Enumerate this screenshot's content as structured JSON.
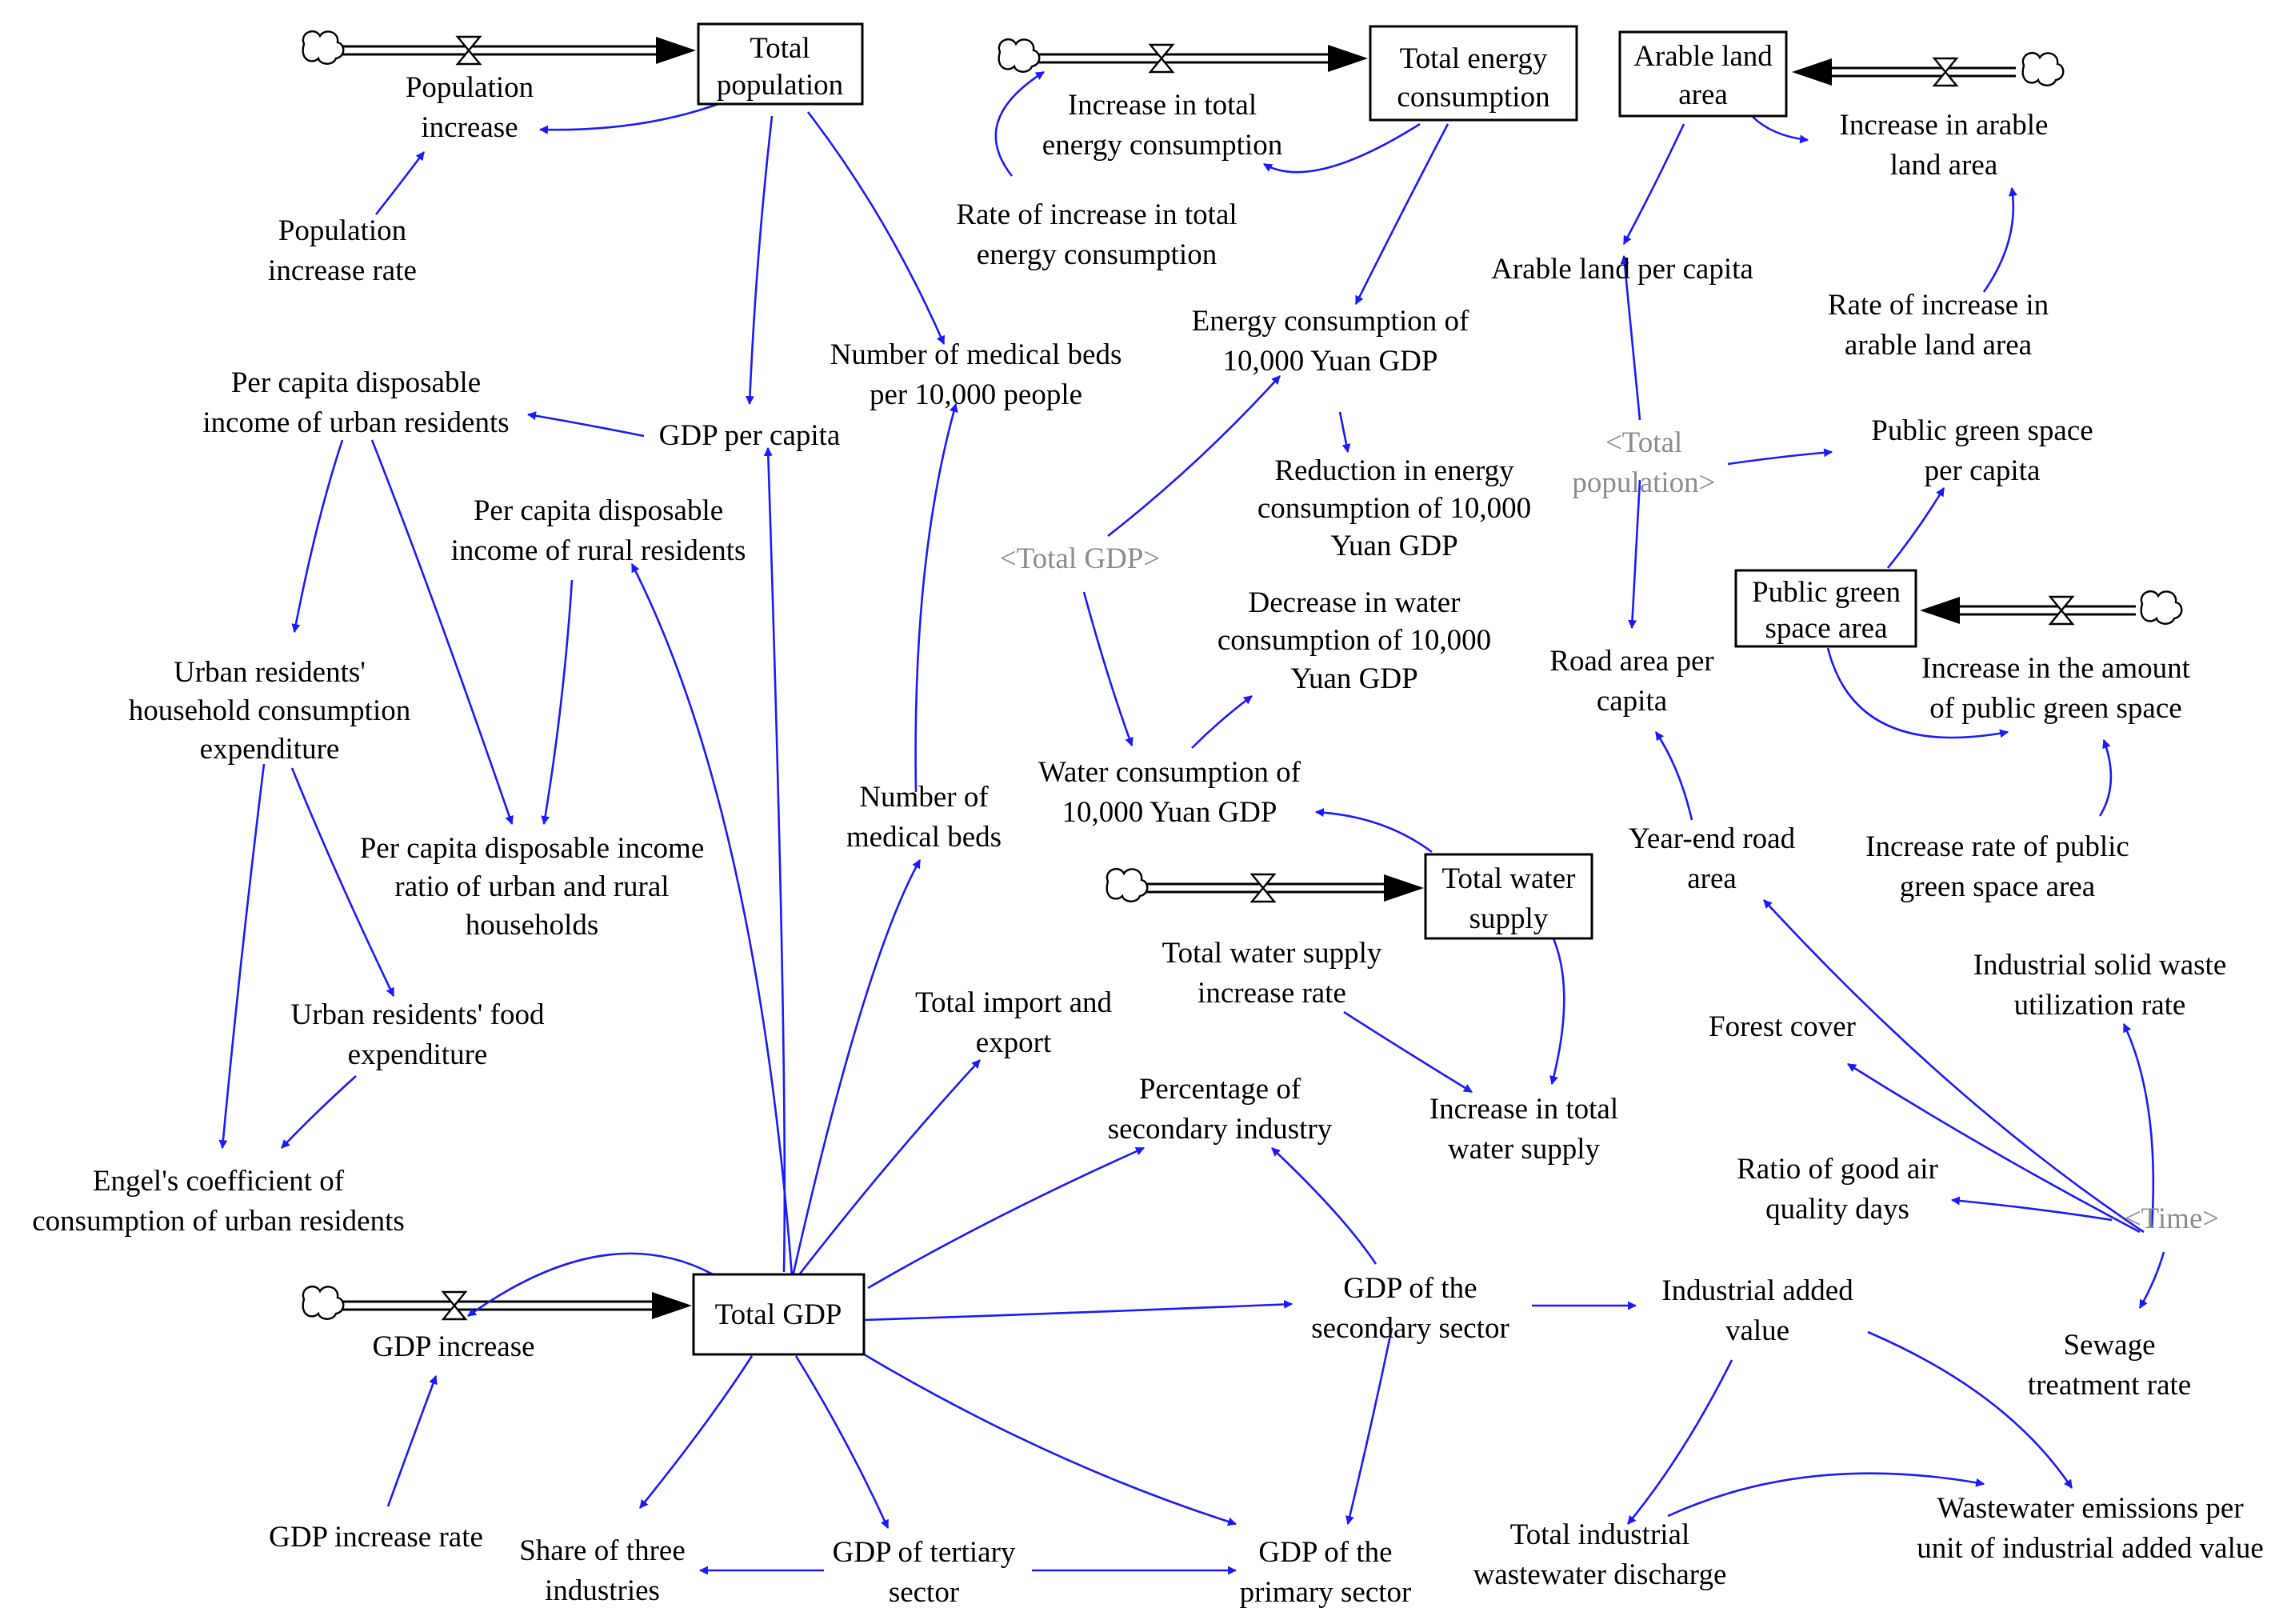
{
  "diagram": {
    "stocks": [
      {
        "id": "total_population",
        "lines": [
          "Total",
          "population"
        ]
      },
      {
        "id": "total_energy",
        "lines": [
          "Total energy",
          "consumption"
        ]
      },
      {
        "id": "arable_land",
        "lines": [
          "Arable land",
          "area"
        ]
      },
      {
        "id": "public_green",
        "lines": [
          "Public green",
          "space area"
        ]
      },
      {
        "id": "total_water",
        "lines": [
          "Total water",
          "supply"
        ]
      },
      {
        "id": "total_gdp",
        "lines": [
          "Total GDP"
        ]
      }
    ],
    "variables": [
      {
        "id": "population_increase",
        "lines": [
          "Population",
          "increase"
        ]
      },
      {
        "id": "population_increase_rate",
        "lines": [
          "Population",
          "increase rate"
        ]
      },
      {
        "id": "increase_total_energy",
        "lines": [
          "Increase in total",
          "energy consumption"
        ]
      },
      {
        "id": "rate_increase_total_energy",
        "lines": [
          "Rate of increase in total",
          "energy consumption"
        ]
      },
      {
        "id": "increase_arable_land",
        "lines": [
          "Increase in arable",
          "land area"
        ]
      },
      {
        "id": "arable_land_per_capita",
        "lines": [
          "Arable land per capita"
        ]
      },
      {
        "id": "rate_increase_arable_land",
        "lines": [
          "Rate of increase in",
          "arable land area"
        ]
      },
      {
        "id": "energy_per_10000_gdp",
        "lines": [
          "Energy consumption of",
          "10,000 Yuan GDP"
        ]
      },
      {
        "id": "medical_beds_per_10000",
        "lines": [
          "Number of medical beds",
          "per 10,000 people"
        ]
      },
      {
        "id": "urban_income",
        "lines": [
          "Per capita disposable",
          "income of urban residents"
        ]
      },
      {
        "id": "gdp_per_capita",
        "lines": [
          "GDP per capita"
        ]
      },
      {
        "id": "rural_income",
        "lines": [
          "Per capita disposable",
          "income of rural residents"
        ]
      },
      {
        "id": "reduction_energy",
        "lines": [
          "Reduction in energy",
          "consumption of 10,000",
          "Yuan GDP"
        ]
      },
      {
        "id": "public_green_per_capita",
        "lines": [
          "Public green space",
          "per capita"
        ]
      },
      {
        "id": "decrease_water",
        "lines": [
          "Decrease in water",
          "consumption of 10,000",
          "Yuan GDP"
        ]
      },
      {
        "id": "urban_household_consumption",
        "lines": [
          "Urban residents'",
          "household consumption",
          "expenditure"
        ]
      },
      {
        "id": "road_area_per_capita",
        "lines": [
          "Road area per",
          "capita"
        ]
      },
      {
        "id": "increase_public_green",
        "lines": [
          "Increase in the amount",
          "of public green space"
        ]
      },
      {
        "id": "water_per_10000_gdp",
        "lines": [
          "Water consumption of",
          "10,000 Yuan GDP"
        ]
      },
      {
        "id": "number_medical_beds",
        "lines": [
          "Number of",
          "medical beds"
        ]
      },
      {
        "id": "income_ratio",
        "lines": [
          "Per capita disposable income",
          "ratio of urban and rural",
          "households"
        ]
      },
      {
        "id": "year_end_road_area",
        "lines": [
          "Year-end road",
          "area"
        ]
      },
      {
        "id": "increase_rate_public_green",
        "lines": [
          "Increase rate of public",
          "green space area"
        ]
      },
      {
        "id": "water_supply_increase_rate",
        "lines": [
          "Total water supply",
          "increase rate"
        ]
      },
      {
        "id": "industrial_solid_waste",
        "lines": [
          "Industrial solid waste",
          "utilization rate"
        ]
      },
      {
        "id": "urban_food_expenditure",
        "lines": [
          "Urban residents' food",
          "expenditure"
        ]
      },
      {
        "id": "total_import_export",
        "lines": [
          "Total import and",
          "export"
        ]
      },
      {
        "id": "forest_cover",
        "lines": [
          "Forest cover"
        ]
      },
      {
        "id": "percentage_secondary",
        "lines": [
          "Percentage of",
          "secondary industry"
        ]
      },
      {
        "id": "increase_total_water",
        "lines": [
          "Increase in total",
          "water supply"
        ]
      },
      {
        "id": "good_air_days",
        "lines": [
          "Ratio of good air",
          "quality days"
        ]
      },
      {
        "id": "engel_coefficient",
        "lines": [
          "Engel's coefficient of",
          "consumption of urban residents"
        ]
      },
      {
        "id": "gdp_secondary",
        "lines": [
          "GDP of the",
          "secondary sector"
        ]
      },
      {
        "id": "industrial_added_value",
        "lines": [
          "Industrial added",
          "value"
        ]
      },
      {
        "id": "gdp_increase",
        "lines": [
          "GDP increase"
        ]
      },
      {
        "id": "sewage_treatment",
        "lines": [
          "Sewage",
          "treatment rate"
        ]
      },
      {
        "id": "gdp_increase_rate",
        "lines": [
          "GDP increase rate"
        ]
      },
      {
        "id": "total_industrial_wastewater",
        "lines": [
          "Total industrial",
          "wastewater discharge"
        ]
      },
      {
        "id": "wastewater_per_unit",
        "lines": [
          "Wastewater emissions per",
          "unit of industrial added value"
        ]
      },
      {
        "id": "share_three_industries",
        "lines": [
          "Share of three",
          "industries"
        ]
      },
      {
        "id": "gdp_tertiary",
        "lines": [
          "GDP of tertiary",
          "sector"
        ]
      },
      {
        "id": "gdp_primary",
        "lines": [
          "GDP of the",
          "primary sector"
        ]
      }
    ],
    "shadows": [
      {
        "id": "shadow_total_gdp",
        "lines": [
          "<Total GDP>"
        ]
      },
      {
        "id": "shadow_total_population",
        "lines": [
          "<Total",
          "population>"
        ]
      },
      {
        "id": "shadow_time",
        "lines": [
          "<Time>"
        ]
      }
    ],
    "colors": {
      "link": "#1a1aff",
      "shadow_text": "#8c8c8c",
      "stock_border": "#000000"
    }
  }
}
